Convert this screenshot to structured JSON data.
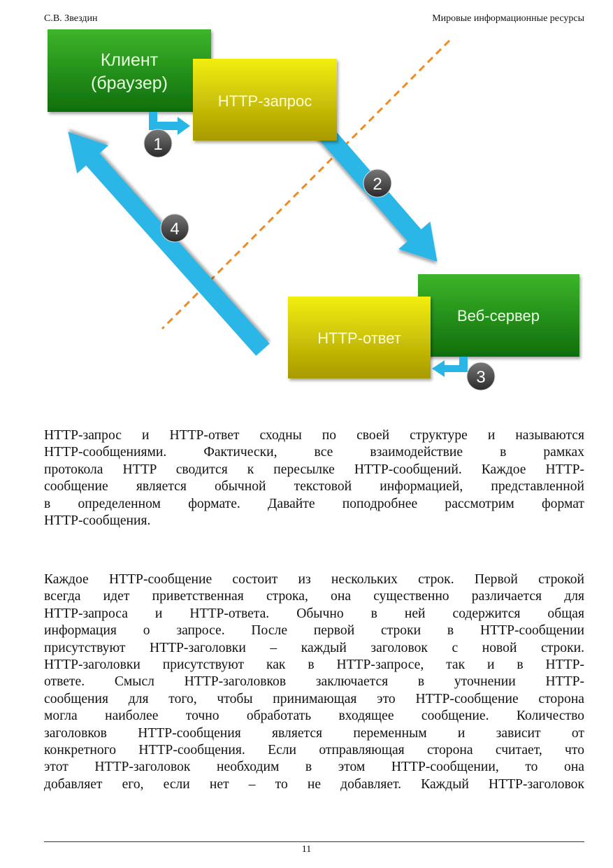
{
  "header": {
    "author": "С.В. Звездин",
    "title": "Мировые информационные ресурсы"
  },
  "diagram": {
    "client": [
      "Клиент",
      "(браузер)"
    ],
    "request": "HTTP-запрос",
    "server": "Веб-сервер",
    "response": "HTTP-ответ",
    "steps": [
      "1",
      "2",
      "3",
      "4"
    ],
    "colors": {
      "green": "#2a9a1a",
      "yellow": "#d8d200",
      "arrow": "#29b6e6",
      "divider": "#f08a24",
      "badge": "#444444"
    }
  },
  "paragraphs": [
    [
      "HTTP-запрос и HTTP-ответ сходны по своей структуре и называются",
      "HTTP-сообщениями. Фактически, все взаимодействие в рамках",
      "протокола HTTP сводится к пересылке HTTP-сообщений. Каждое HTTP-",
      "сообщение является обычной текстовой информацией, представленной",
      "в определенном формате. Давайте поподробнее рассмотрим формат",
      "HTTP-сообщения."
    ],
    [
      "Каждое HTTP-сообщение состоит из нескольких строк. Первой строкой",
      "всегда идет приветственная строка, она существенно различается для",
      "HTTP-запроса и HTTP-ответа. Обычно в ней содержится общая",
      "информация о запросе. После первой строки в HTTP-сообщении",
      "присутствуют HTTP-заголовки – каждый заголовок с новой строки.",
      "HTTP-заголовки присутствуют как в HTTP-запросе, так и в HTTP-",
      "ответе. Смысл HTTP-заголовков заключается в уточнении HTTP-",
      "сообщения для того, чтобы принимающая это HTTP-сообщение сторона",
      "могла наиболее точно обработать входящее сообщение. Количество",
      "заголовков HTTP-сообщения является переменным и зависит от",
      "конкретного HTTP-сообщения. Если отправляющая сторона считает, что",
      "этот HTTP-заголовок необходим в этом HTTP-сообщении, то она",
      "добавляет его, если нет – то не добавляет. Каждый HTTP-заголовок"
    ]
  ],
  "footer": {
    "page": "11"
  }
}
